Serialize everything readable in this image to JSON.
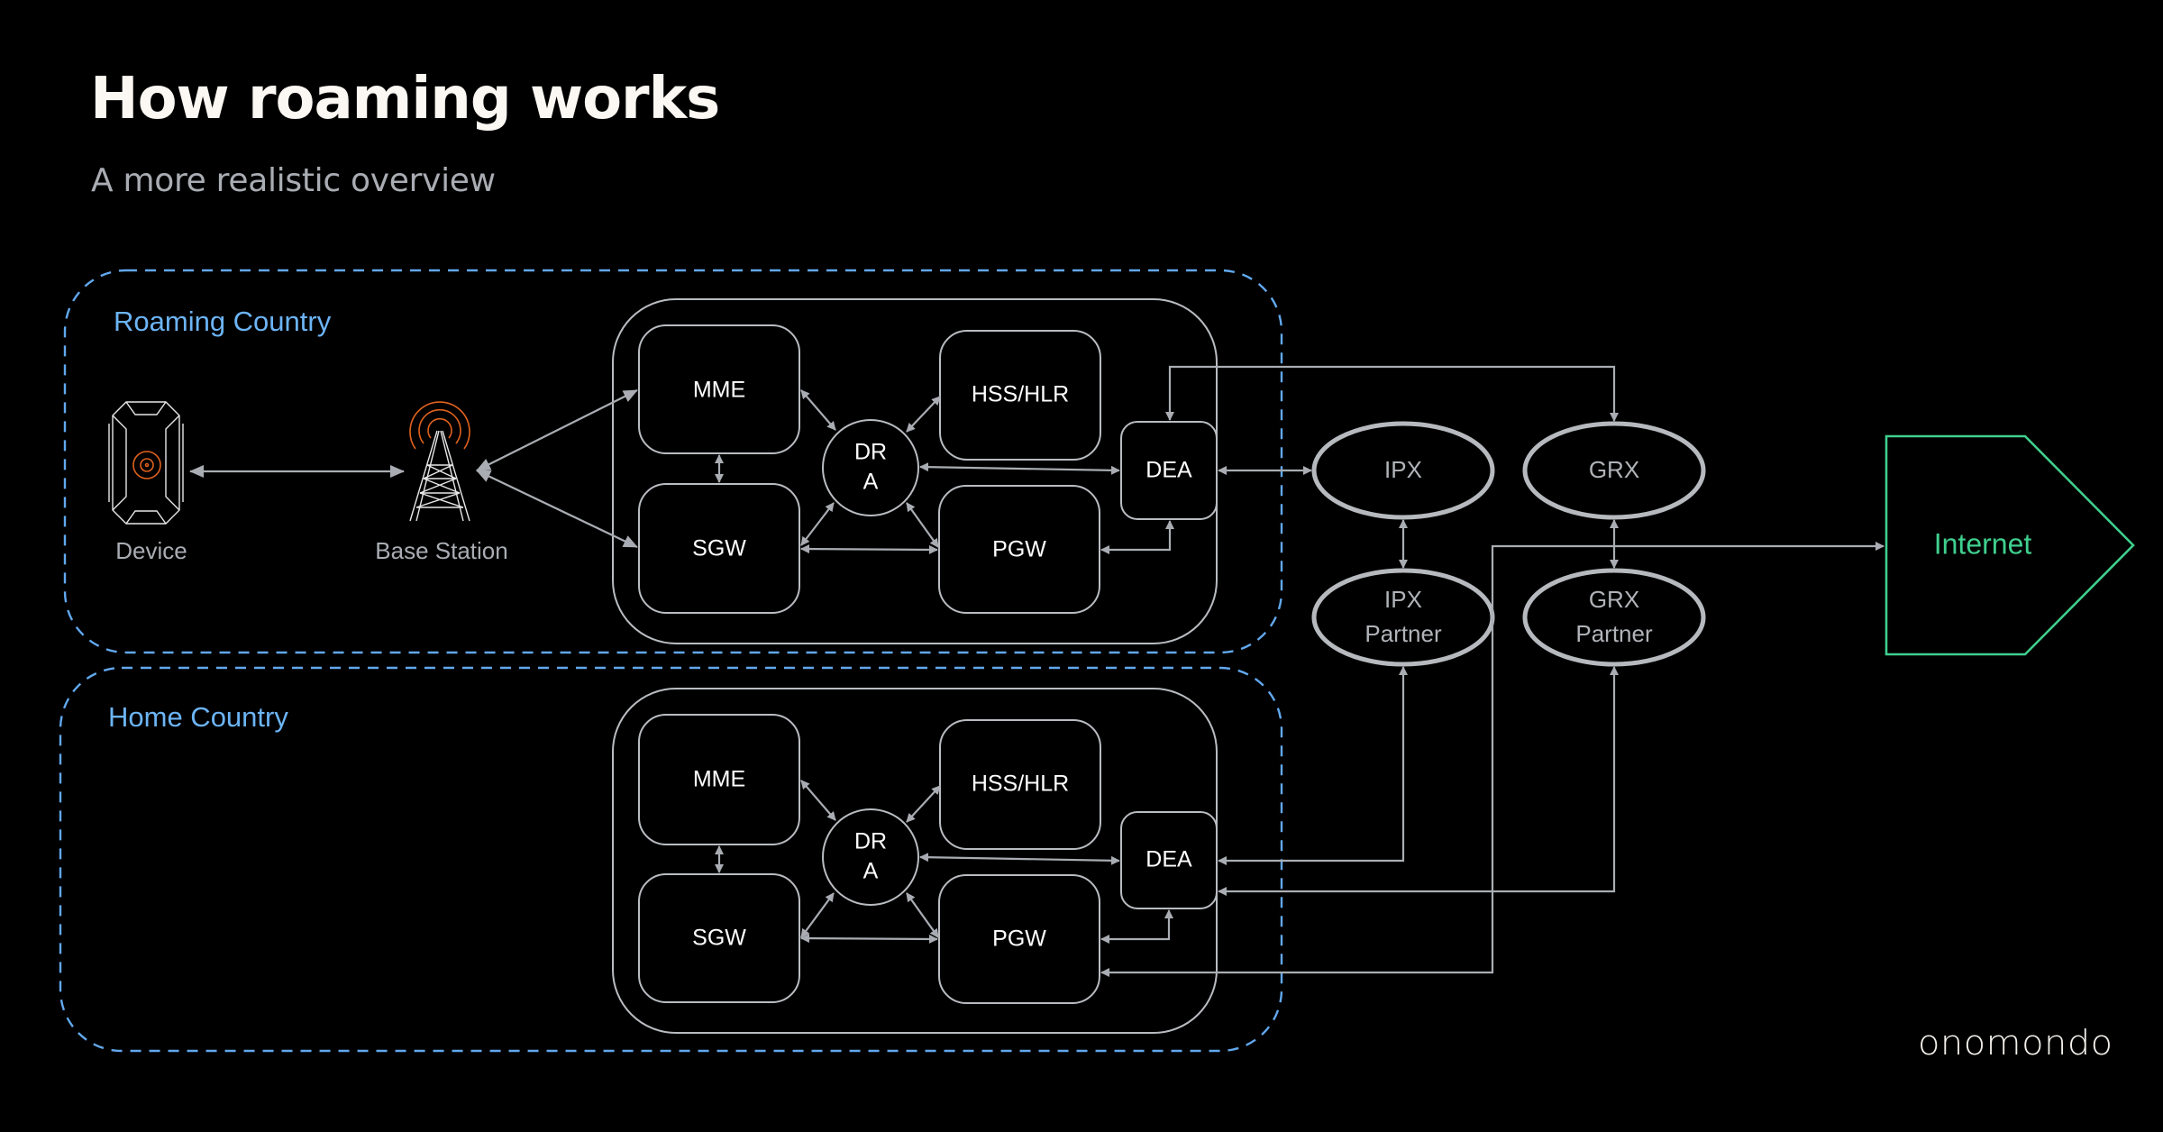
{
  "header": {
    "title": "How roaming works",
    "subtitle": "A more realistic overview"
  },
  "brand": {
    "logo_text": "onomondo"
  },
  "colors": {
    "background": "#000000",
    "title": "#fbf7f2",
    "subtitle": "#a9adb3",
    "region_border": "#62a8ee",
    "region_label": "#6cb4f5",
    "connector": "#a9adb3",
    "internet": "#3fcf8e",
    "icon_accent": "#e0621d"
  },
  "regions": {
    "roaming": {
      "label": "Roaming Country",
      "device_label": "Device",
      "base_station_label": "Base Station",
      "nodes": {
        "mme": "MME",
        "sgw": "SGW",
        "hss": "HSS/HLR",
        "pgw": "PGW",
        "dra_line1": "DR",
        "dra_line2": "A",
        "dea": "DEA"
      }
    },
    "home": {
      "label": "Home Country",
      "nodes": {
        "mme": "MME",
        "sgw": "SGW",
        "hss": "HSS/HLR",
        "pgw": "PGW",
        "dra_line1": "DR",
        "dra_line2": "A",
        "dea": "DEA"
      }
    }
  },
  "exchanges": {
    "ipx": "IPX",
    "grx": "GRX",
    "ipx_partner_line1": "IPX",
    "ipx_partner_line2": "Partner",
    "grx_partner_line1": "GRX",
    "grx_partner_line2": "Partner"
  },
  "internet": {
    "label": "Internet"
  },
  "icons": {
    "device": "iot-device-icon",
    "base_station": "cell-tower-icon"
  }
}
